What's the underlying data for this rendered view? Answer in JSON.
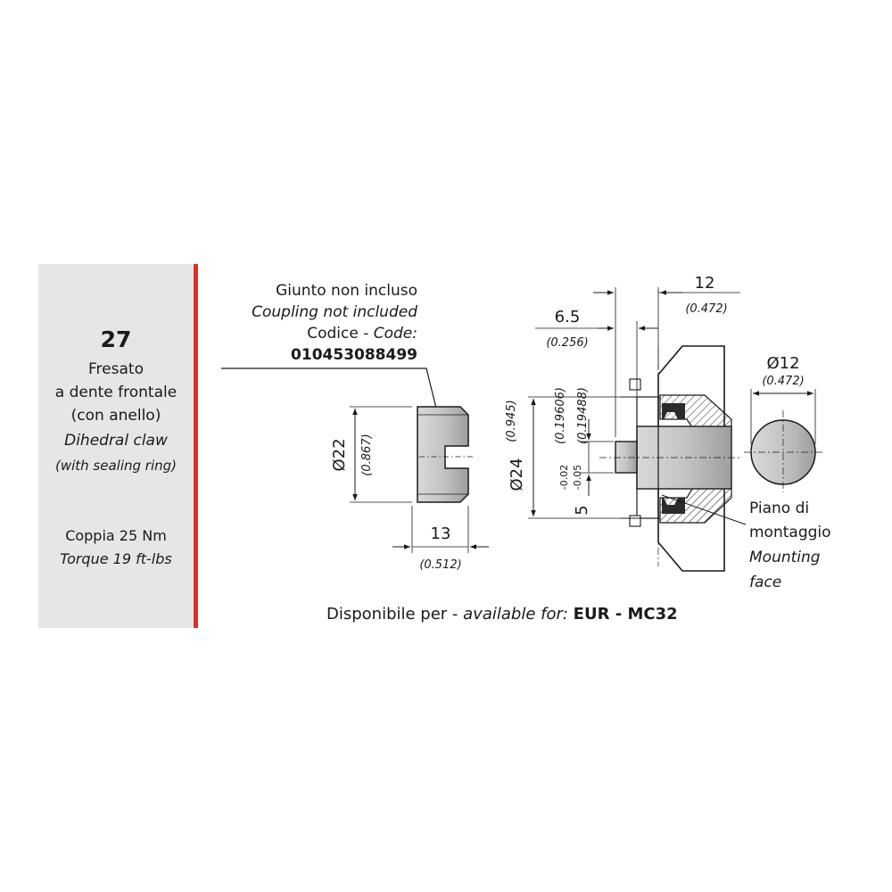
{
  "card": {
    "number": "27",
    "title_it": [
      "Fresato",
      "a dente frontale",
      "(con anello)"
    ],
    "title_en": "Dihedral claw",
    "subtitle_en": "(with sealing ring)",
    "torque_it": "Coppia 25 Nm",
    "torque_en": "Torque 19 ft-lbs",
    "accent_color": "#d9302b",
    "panel_color": "#e6e6e8"
  },
  "coupling_note": {
    "line_it": "Giunto non incluso",
    "line_en": "Coupling not included",
    "code_label_it": "Codice - ",
    "code_label_en": "Code:",
    "code": "010453088499"
  },
  "dimensions": {
    "coupling_diameter": "Ø22",
    "coupling_diameter_in": "(0.867)",
    "coupling_length": "13",
    "coupling_length_in": "(0.512)",
    "shaft_length": "12",
    "shaft_length_in": "(0.472)",
    "tab_length": "6.5",
    "tab_length_in": "(0.256)",
    "pilot_diameter": "Ø24",
    "pilot_diameter_in": "(0.945)",
    "tab_width": "5",
    "tab_tol_upper": "-0.02",
    "tab_tol_lower": "-0.05",
    "tab_width_in_upper": "(0.19606)",
    "tab_width_in_lower": "(0.19488)",
    "shaft_diameter": "Ø12",
    "shaft_diameter_in": "(0.472)"
  },
  "mounting_face": {
    "line1_it": "Piano di",
    "line2_it": "montaggio",
    "line1_en": "Mounting",
    "line2_en": "face"
  },
  "availability": {
    "label_it": "Disponibile per - ",
    "label_en": "available for: ",
    "models": "EUR - MC32"
  }
}
